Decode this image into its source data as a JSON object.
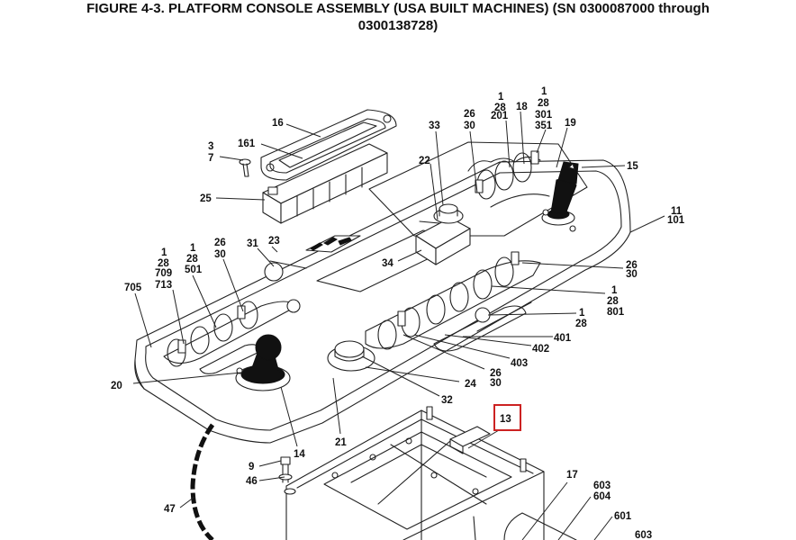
{
  "title": {
    "line1": "FIGURE 4-3. PLATFORM CONSOLE ASSEMBLY (USA BUILT MACHINES) (SN 0300087000 through",
    "line2": "0300138728)"
  },
  "colors": {
    "line": "#222222",
    "highlight": "#cc2222",
    "background": "#ffffff"
  },
  "callouts": {
    "c16": "16",
    "c161": "161",
    "c3": "3",
    "c7": "7",
    "c25": "25",
    "c33": "33",
    "c22": "22",
    "c26a": "26",
    "c30a": "30",
    "c1a": "1",
    "c28a": "28",
    "c201": "201",
    "c18": "18",
    "c1b": "1",
    "c28b": "28",
    "c301": "301",
    "c351": "351",
    "c19": "19",
    "c15": "15",
    "c11": "11",
    "c101": "101",
    "c31": "31",
    "c23": "23",
    "c34": "34",
    "c1c": "1",
    "c28c": "28",
    "c709": "709",
    "c713": "713",
    "c1d": "1",
    "c28d": "28",
    "c501": "501",
    "c26b": "26",
    "c30b": "30",
    "c705": "705",
    "c26c": "26",
    "c30c": "30",
    "c1e": "1",
    "c28e": "28",
    "c801": "801",
    "c1f": "1",
    "c28f": "28",
    "c401": "401",
    "c402": "402",
    "c403": "403",
    "c26d": "26",
    "c30d": "30",
    "c24": "24",
    "c32": "32",
    "c20": "20",
    "c21": "21",
    "c14": "14",
    "c13": "13",
    "c9": "9",
    "c46": "46",
    "c47": "47",
    "c17": "17",
    "c603a": "603",
    "c604": "604",
    "c601": "601",
    "c603b": "603"
  }
}
